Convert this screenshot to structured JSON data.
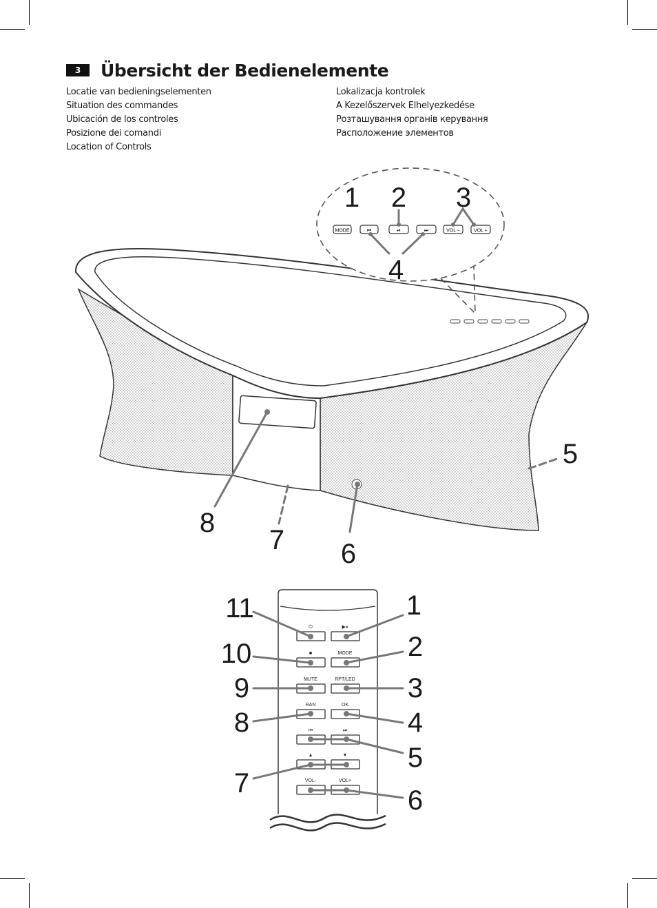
{
  "page": {
    "number": "3",
    "title": "Übersicht der Bedienelemente"
  },
  "languages_left": [
    "Locatie van bedieningselementen",
    "Situation des commandes",
    "Ubicación de los controles",
    "Posizione dei comandi",
    "Location of Controls"
  ],
  "languages_right": [
    "Lokalizacja kontrolek",
    "A Kezelőszervek Elhelyezkedése",
    "Розташування органів керування",
    "Расположение элементов"
  ],
  "speaker": {
    "panel_buttons": [
      "MODE",
      "⏮",
      "⏯",
      "⏭",
      "VOL −",
      "VOL +"
    ],
    "callouts": {
      "c1": "1",
      "c2": "2",
      "c3": "3",
      "c4": "4",
      "c5": "5",
      "c6": "6",
      "c7": "7",
      "c8": "8"
    }
  },
  "remote": {
    "buttons": {
      "power": "⏻",
      "play_pause": "▶⏸",
      "stop": "■",
      "mode": "MODE",
      "mute": "MUTE",
      "rpt_led": "RPT/LED",
      "ran": "RAN",
      "ok": "OK",
      "prev": "⏮",
      "next": "⏭",
      "up": "▲",
      "down": "▼",
      "vol_minus": "VOL-",
      "vol_plus": "VOL+"
    },
    "callouts": {
      "r1": "1",
      "r2": "2",
      "r3": "3",
      "r4": "4",
      "r5": "5",
      "r6": "6",
      "r7": "7",
      "r8": "8",
      "r9": "9",
      "r10": "10",
      "r11": "11"
    }
  }
}
